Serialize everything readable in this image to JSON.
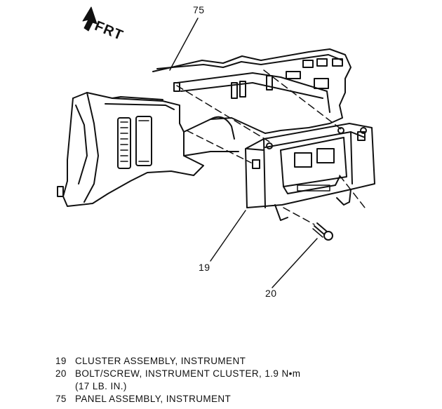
{
  "direction_label": "FRT",
  "callouts": {
    "c75": "75",
    "c19": "19",
    "c20": "20"
  },
  "legend": [
    {
      "num": "19",
      "text": "CLUSTER ASSEMBLY, INSTRUMENT"
    },
    {
      "num": "20",
      "text": "BOLT/SCREW, INSTRUMENT CLUSTER, 1.9 N•m",
      "cont": "(17 LB. IN.)"
    },
    {
      "num": "75",
      "text": "PANEL ASSEMBLY, INSTRUMENT"
    }
  ]
}
